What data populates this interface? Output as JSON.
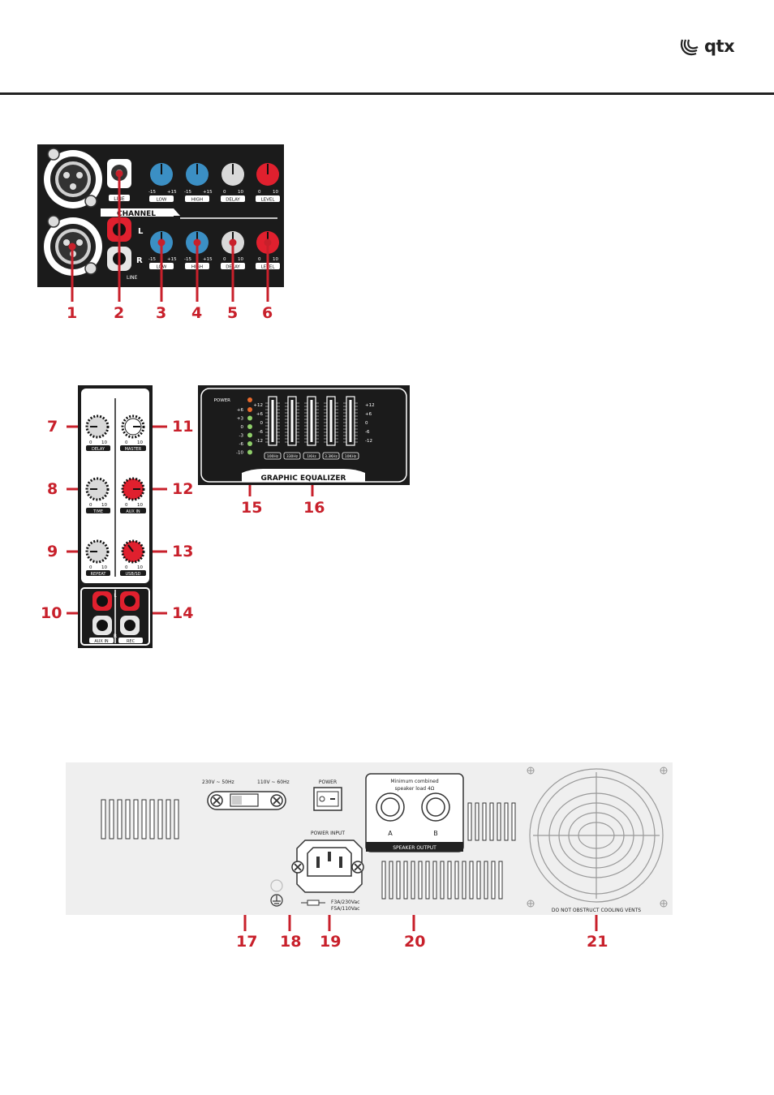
{
  "brand": {
    "name": "qtx"
  },
  "channel_panel": {
    "title": "CHANNEL",
    "line_label": "LINE",
    "l_label": "L",
    "r_label": "R",
    "low_label": "LOW",
    "high_label": "HIGH",
    "delay_label": "DELAY",
    "level_label": "LEVEL",
    "eq_min": "-15",
    "eq_max": "+15",
    "lvl_min": "0",
    "lvl_max": "10",
    "callouts": [
      "1",
      "2",
      "3",
      "4",
      "5",
      "6"
    ]
  },
  "effects_panel": {
    "delay_label": "DELAY",
    "time_label": "TIME",
    "repeat_label": "REPEAT",
    "master_label": "MASTER",
    "aux_in_label": "AUX IN",
    "usb_sd_label": "USB/SD",
    "rec_label": "REC",
    "scale_min": "0",
    "scale_max": "10",
    "l_label": "L",
    "r_label": "R",
    "callouts": [
      "7",
      "8",
      "9",
      "10",
      "11",
      "12",
      "13",
      "14"
    ]
  },
  "equalizer": {
    "title": "GRAPHIC EQUALIZER",
    "power_label": "POWER",
    "led_labels": [
      "+6",
      "+3",
      "0",
      "-3",
      "-6",
      "-10"
    ],
    "scale_left": [
      "+12",
      "+6",
      "0",
      "-6",
      "-12"
    ],
    "scale_right": [
      "+12",
      "+6",
      "0",
      "-6",
      "-12"
    ],
    "bands": [
      "100Hz",
      "330Hz",
      "1KHz",
      "3.3KHz",
      "10KHz"
    ],
    "callouts": [
      "15",
      "16"
    ]
  },
  "rear_panel": {
    "voltage_left": "230V ~ 50Hz",
    "voltage_right": "110V ~ 60Hz",
    "power_label": "POWER",
    "power_input_label": "POWER INPUT",
    "speaker_load_line1": "Minimum combined",
    "speaker_load_line2": "speaker load 4Ω",
    "speaker_output_label": "SPEAKER OUTPUT",
    "a_label": "A",
    "b_label": "B",
    "fuse_line1": "F3A/230Vac",
    "fuse_line2": "F5A/110Vac",
    "vents_label": "DO NOT OBSTRUCT COOLING VENTS",
    "callouts": [
      "17",
      "18",
      "19",
      "20",
      "21"
    ]
  },
  "colors": {
    "callout": "#c8202b",
    "knob_blue": "#3b8fc4",
    "knob_red": "#e0202e",
    "knob_grey": "#d9d9d9"
  }
}
